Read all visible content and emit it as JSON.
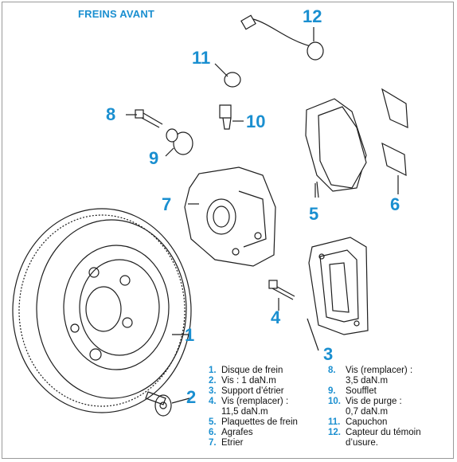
{
  "title": "FREINS AVANT",
  "callouts": {
    "c1": "1",
    "c2": "2",
    "c3": "3",
    "c4": "4",
    "c5": "5",
    "c6": "6",
    "c7": "7",
    "c8": "8",
    "c9": "9",
    "c10": "10",
    "c11": "11",
    "c12": "12"
  },
  "legend_left": [
    {
      "num": "1.",
      "text": "Disque de frein"
    },
    {
      "num": "2.",
      "text": "Vis : 1 daN.m"
    },
    {
      "num": "3.",
      "text": "Support d’étrier"
    },
    {
      "num": "4.",
      "text": "Vis (remplacer) :"
    },
    {
      "num": "",
      "text": "11,5 daN.m"
    },
    {
      "num": "5.",
      "text": "Plaquettes de frein"
    },
    {
      "num": "6.",
      "text": "Agrafes"
    },
    {
      "num": "7.",
      "text": "Etrier"
    }
  ],
  "legend_right": [
    {
      "num": "8.",
      "text": "Vis (remplacer) :"
    },
    {
      "num": "",
      "text": "3,5 daN.m"
    },
    {
      "num": "9.",
      "text": "Soufflet"
    },
    {
      "num": "10.",
      "text": "Vis de purge :"
    },
    {
      "num": "",
      "text": "0,7 daN.m"
    },
    {
      "num": "11.",
      "text": "Capuchon"
    },
    {
      "num": "12.",
      "text": "Capteur du témoin"
    },
    {
      "num": "",
      "text": "d’usure."
    }
  ],
  "colors": {
    "accent": "#1a8fd0",
    "line": "#1e1e1e",
    "fill": "#ffffff"
  }
}
